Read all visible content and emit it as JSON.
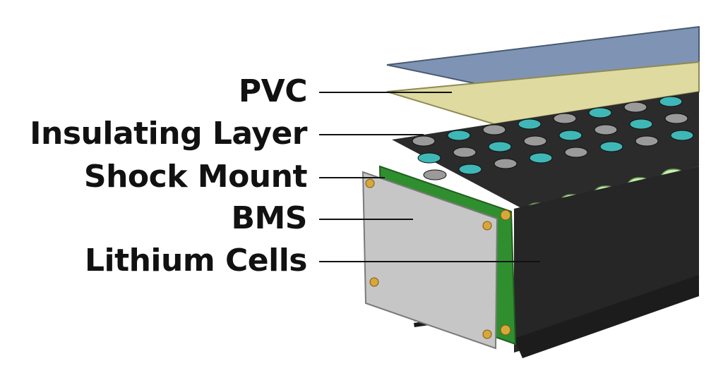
{
  "labels": [
    {
      "id": "pvc",
      "text": "PVC"
    },
    {
      "id": "insulating-layer",
      "text": "Insulating Layer"
    },
    {
      "id": "shock-mount",
      "text": "Shock Mount"
    },
    {
      "id": "bms",
      "text": "BMS"
    },
    {
      "id": "lithium-cells",
      "text": "Lithium Cells"
    }
  ],
  "colors": {
    "pvc_sheet": "#7f94b4",
    "insulating_sheet": "#dedaa0",
    "holder": "#2b2b2b",
    "cell": "#c8efb0",
    "ring": "#3fb7b7",
    "bms_board": "#c6c6c6",
    "pcb_strip": "#2f8f2f",
    "screw": "#d9a63a",
    "wire_red": "#d22b2b",
    "wire_black": "#1a1a1a"
  }
}
